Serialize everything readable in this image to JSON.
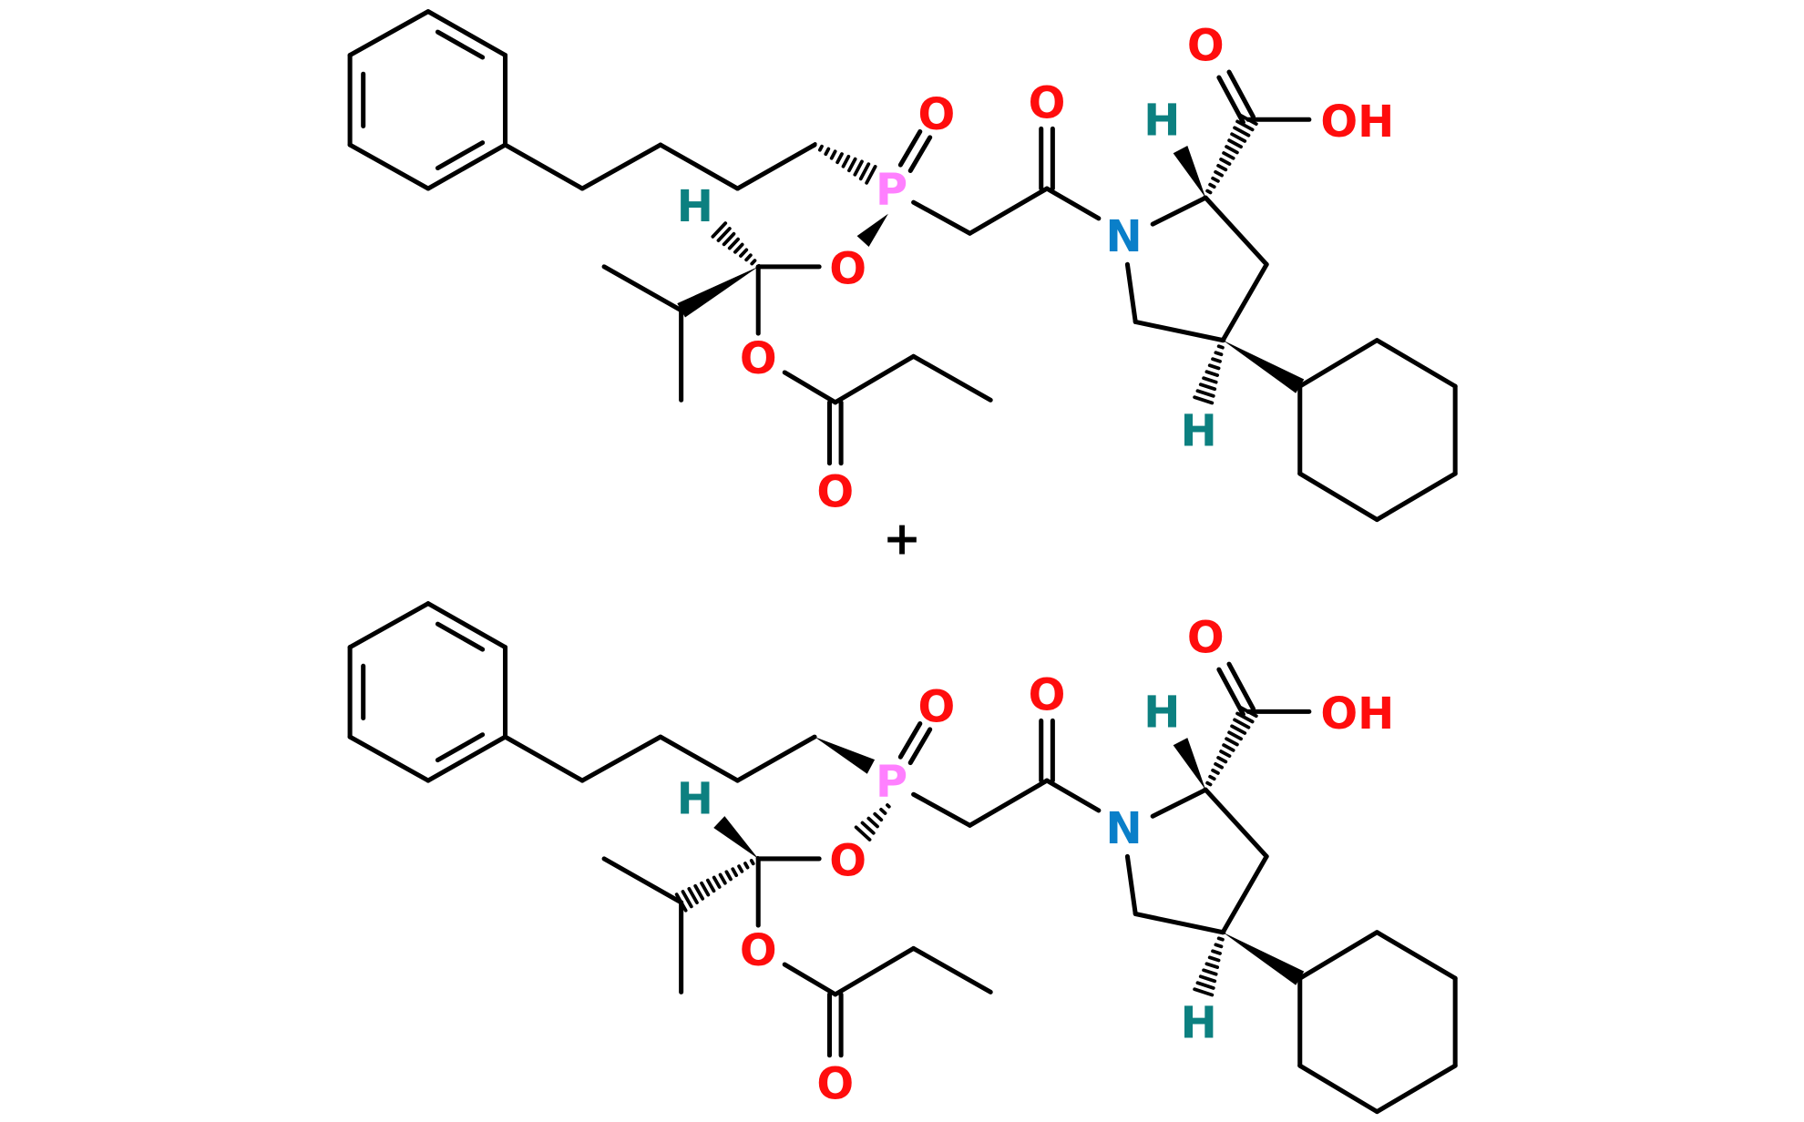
{
  "title": "Two stereoisomers of a fosinopril-type phosphinic ester prodrug (mixture)",
  "separator": "+",
  "colors": {
    "oxygen": "#ff0d0d",
    "nitrogen": "#0a7fc9",
    "phosphorus": "#ff80ff",
    "hydrogen": "#0c8080",
    "bond": "#000000"
  },
  "molecules": [
    {
      "labels": {
        "p": "P",
        "po": "O",
        "amide_o": "O",
        "acid_o": "O",
        "oh": "OH",
        "n": "N",
        "h_alpha": "H",
        "h_ring": "H",
        "h_acetal": "H",
        "ester_o_p": "O",
        "ester_o": "O",
        "carbonyl_o": "O"
      },
      "stereo": {
        "butyl_to_p": "hash",
        "p_to_o": "wedge",
        "acetal_h": "hash",
        "acetal_isopropyl": "wedge"
      }
    },
    {
      "labels": {
        "p": "P",
        "po": "O",
        "amide_o": "O",
        "acid_o": "O",
        "oh": "OH",
        "n": "N",
        "h_alpha": "H",
        "h_ring": "H",
        "h_acetal": "H",
        "ester_o_p": "O",
        "ester_o": "O",
        "carbonyl_o": "O"
      },
      "stereo": {
        "butyl_to_p": "wedge",
        "p_to_o": "hash",
        "acetal_h": "wedge",
        "acetal_isopropyl": "hash"
      }
    }
  ]
}
